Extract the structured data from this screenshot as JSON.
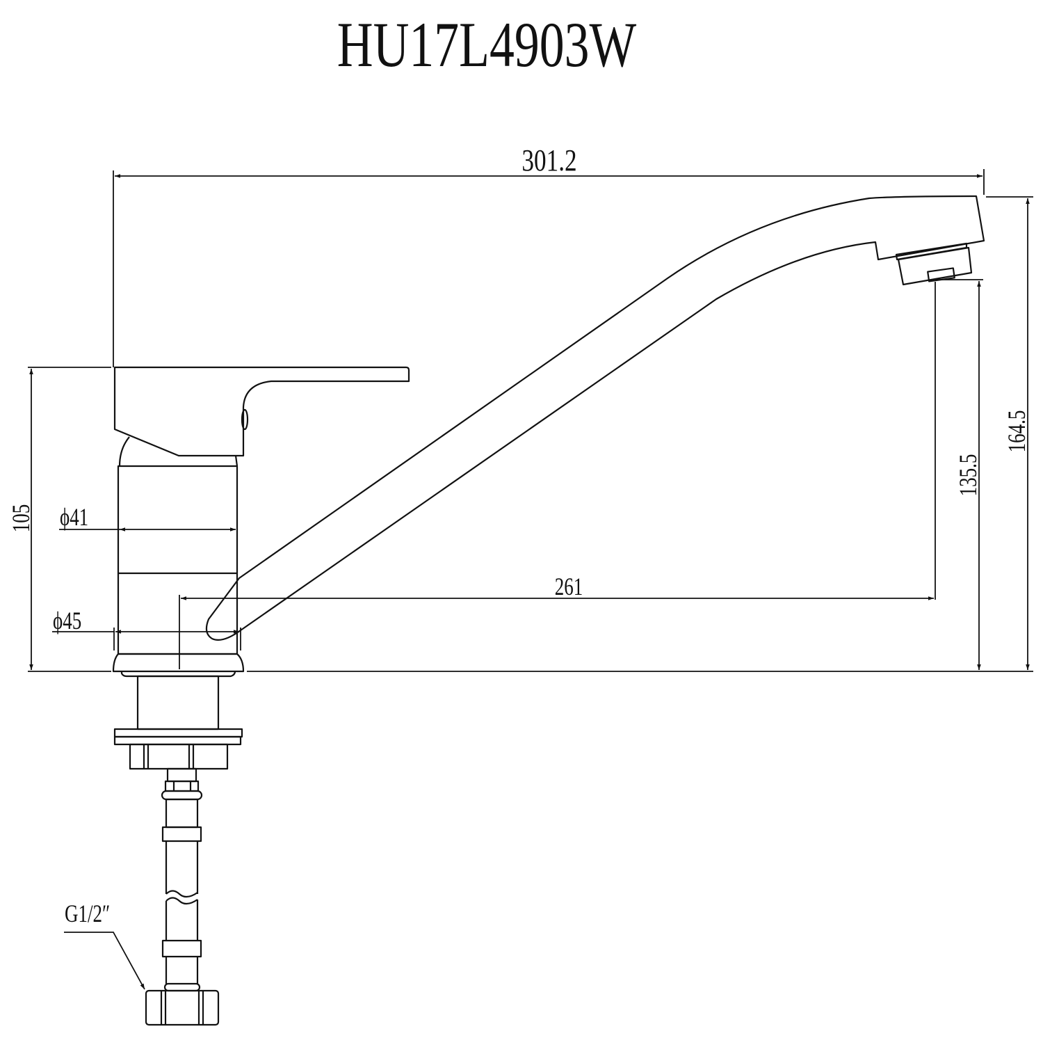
{
  "title": "HU17L4903W",
  "dimensions": {
    "overall_length": "301.2",
    "height_total": "164.5",
    "height_outlet": "135.5",
    "reach": "261",
    "body_height": "105",
    "body_diameter": "ϕ41",
    "base_diameter": "ϕ45",
    "connection_thread": "G1/2″"
  },
  "colors": {
    "line": "#111111",
    "background": "#ffffff"
  }
}
